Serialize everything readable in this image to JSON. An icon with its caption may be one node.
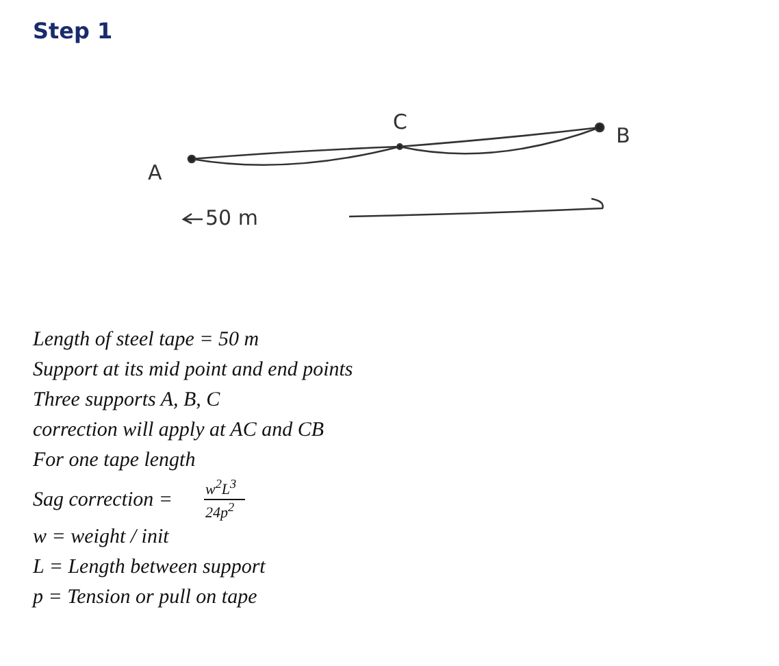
{
  "diagram": {
    "title": "Step 1",
    "labels": [
      "C",
      "B",
      "A",
      "50 m",
      "Length of steel tape = 50 m",
      "Support at its mid point and end points",
      "Three supports A, B, C",
      "correction will apply at AC and CB",
      "For one tape length",
      "Sag correction =",
      "w$^{2}$L$^{3}$",
      "24p$^{2}$",
      "w = weight / init",
      "L = Length between support",
      "p = Tension or pull on tape"
    ]
  }
}
